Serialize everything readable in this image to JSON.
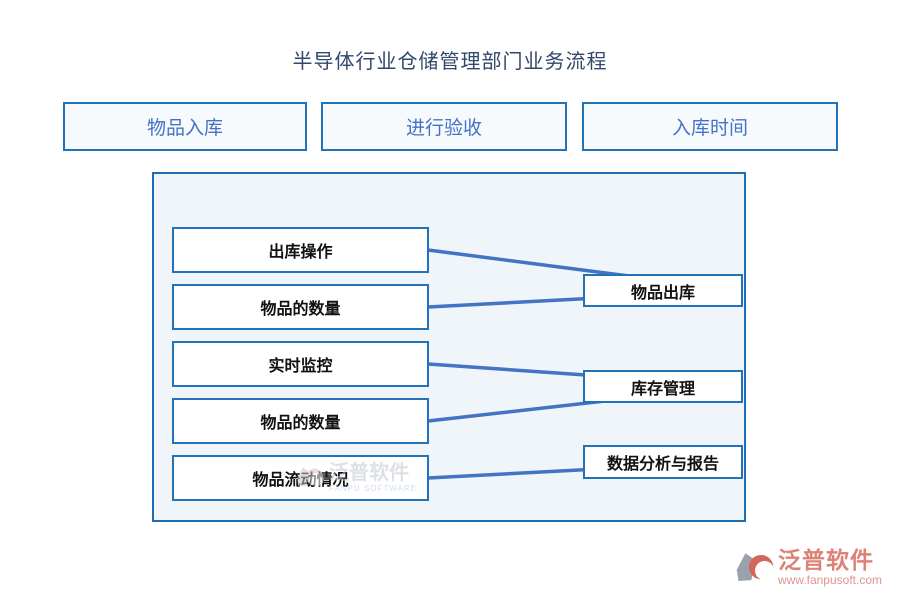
{
  "page": {
    "title": "半导体行业仓储管理部门业务流程"
  },
  "top_row": [
    {
      "label": "物品入库"
    },
    {
      "label": "进行验收"
    },
    {
      "label": "入库时间"
    }
  ],
  "flow": {
    "left_nodes": [
      {
        "label": "出库操作"
      },
      {
        "label": "物品的数量"
      },
      {
        "label": "实时监控"
      },
      {
        "label": "物品的数量"
      },
      {
        "label": "物品流动情况"
      }
    ],
    "right_nodes": [
      {
        "label": "物品出库"
      },
      {
        "label": "库存管理"
      },
      {
        "label": "数据分析与报告"
      }
    ],
    "edges": [
      {
        "from": "出库操作",
        "to": "物品出库"
      },
      {
        "from": "物品的数量",
        "to": "物品出库"
      },
      {
        "from": "实时监控",
        "to": "库存管理"
      },
      {
        "from": "物品的数量",
        "to": "库存管理"
      },
      {
        "from": "物品流动情况",
        "to": "数据分析与报告"
      }
    ]
  },
  "watermark": {
    "brand": "泛普软件",
    "subtitle": "FANPU SOFTWARE"
  },
  "footer": {
    "brand": "泛普软件",
    "website": "www.fanpusoft.com"
  },
  "colors": {
    "title_text": "#33476b",
    "box_border": "#2272b9",
    "panel_border": "#1f6cb5",
    "top_box_text": "#4472c4",
    "arrow": "#4472c4",
    "panel_bg": "#f0f5fa",
    "node_text": "#111111",
    "brand_salmon": "#dc8276",
    "brand_gray": "#9aa2ac"
  }
}
